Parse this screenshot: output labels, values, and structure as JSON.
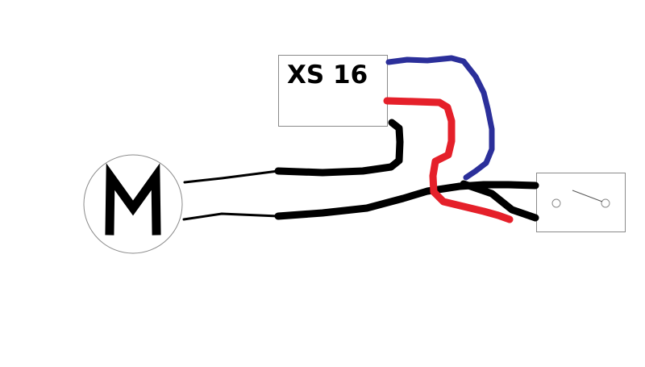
{
  "diagram": {
    "sensor": {
      "label": "XS 16"
    },
    "motor": {
      "label": "M"
    },
    "wire_colors": {
      "blue": "#2b2f9a",
      "red": "#e5202a",
      "black": "#000000"
    },
    "switch": {
      "type": "normally-open"
    },
    "icons": {
      "motor": "motor-symbol-icon",
      "switch": "switch-contact-icon"
    }
  }
}
